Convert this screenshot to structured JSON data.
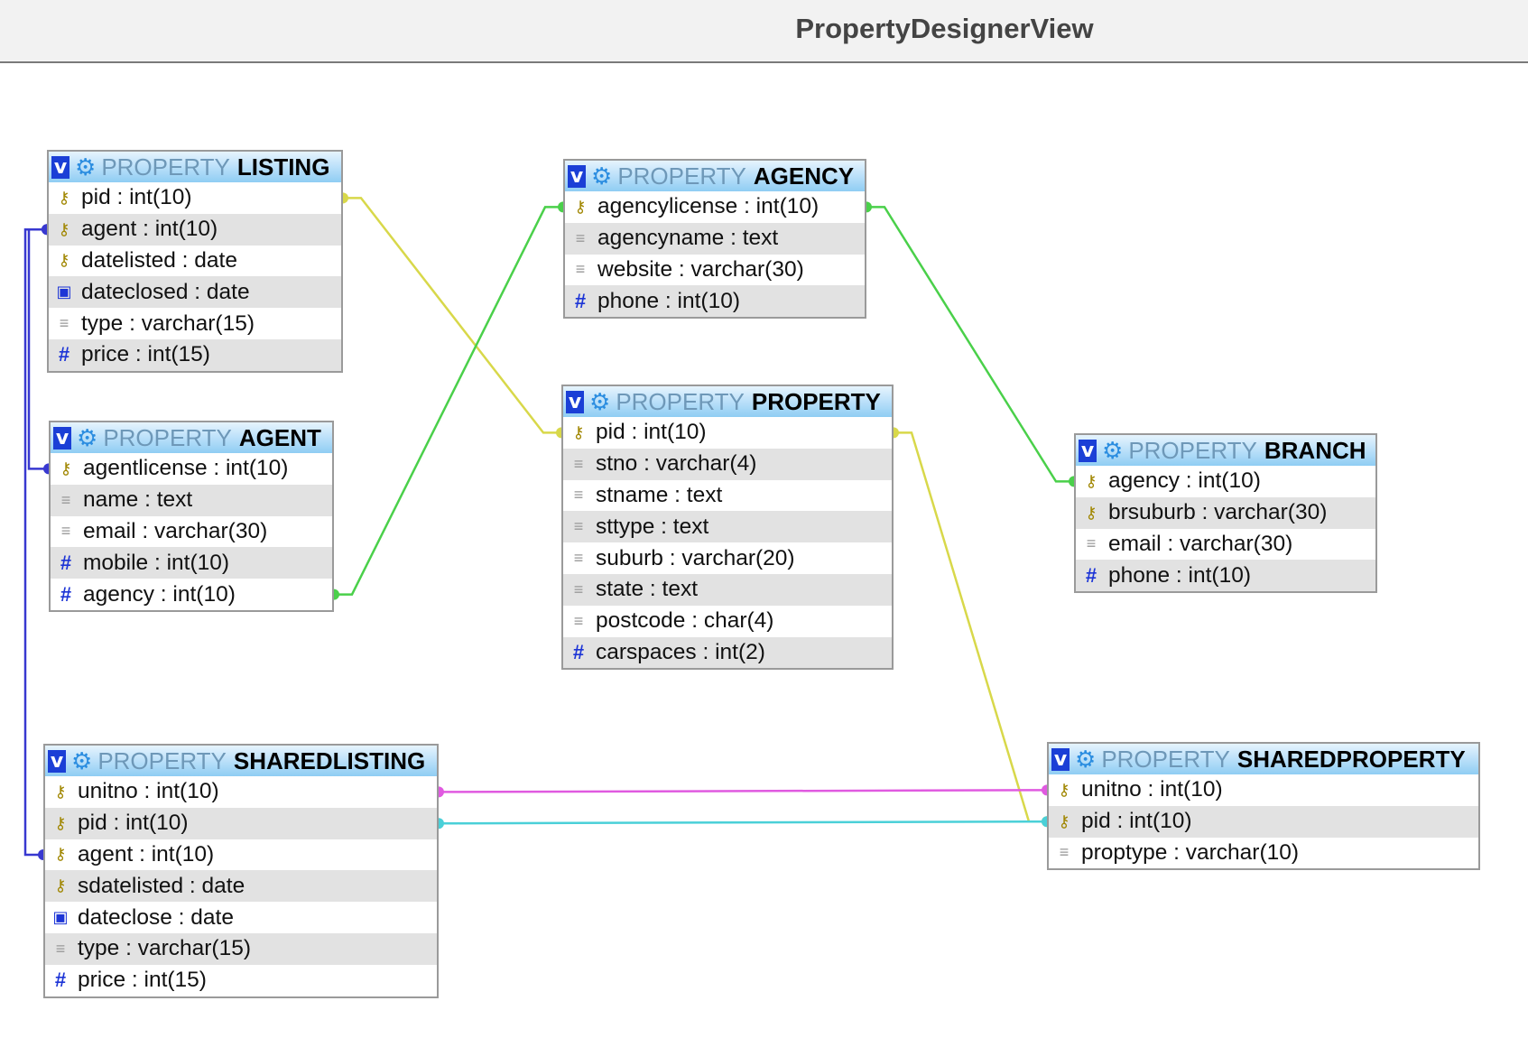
{
  "view_title": "PropertyDesignerView",
  "icons": {
    "version": "v-icon",
    "settings": "gear-icon",
    "primary_key": "key-icon",
    "numeric": "hash-icon",
    "text": "text-icon",
    "date": "calendar-icon"
  },
  "tables": {
    "listing": {
      "db": "PROPERTY",
      "name": "LISTING",
      "columns": [
        {
          "text": "pid : int(10)",
          "icon": "key"
        },
        {
          "text": "agent : int(10)",
          "icon": "key"
        },
        {
          "text": "datelisted : date",
          "icon": "key"
        },
        {
          "text": "dateclosed : date",
          "icon": "date"
        },
        {
          "text": "type : varchar(15)",
          "icon": "text"
        },
        {
          "text": "price : int(15)",
          "icon": "hash"
        }
      ]
    },
    "agent": {
      "db": "PROPERTY",
      "name": "AGENT",
      "columns": [
        {
          "text": "agentlicense : int(10)",
          "icon": "key"
        },
        {
          "text": "name : text",
          "icon": "text"
        },
        {
          "text": "email : varchar(30)",
          "icon": "text"
        },
        {
          "text": "mobile : int(10)",
          "icon": "hash"
        },
        {
          "text": "agency : int(10)",
          "icon": "hash"
        }
      ]
    },
    "sharedlisting": {
      "db": "PROPERTY",
      "name": "SHAREDLISTING",
      "columns": [
        {
          "text": "unitno : int(10)",
          "icon": "key"
        },
        {
          "text": "pid : int(10)",
          "icon": "key"
        },
        {
          "text": "agent : int(10)",
          "icon": "key"
        },
        {
          "text": "sdatelisted : date",
          "icon": "key"
        },
        {
          "text": "dateclose : date",
          "icon": "date"
        },
        {
          "text": "type : varchar(15)",
          "icon": "text"
        },
        {
          "text": "price : int(15)",
          "icon": "hash"
        }
      ]
    },
    "agency": {
      "db": "PROPERTY",
      "name": "AGENCY",
      "columns": [
        {
          "text": "agencylicense : int(10)",
          "icon": "key"
        },
        {
          "text": "agencyname : text",
          "icon": "text"
        },
        {
          "text": "website : varchar(30)",
          "icon": "text"
        },
        {
          "text": "phone : int(10)",
          "icon": "hash"
        }
      ]
    },
    "property": {
      "db": "PROPERTY",
      "name": "PROPERTY",
      "columns": [
        {
          "text": "pid : int(10)",
          "icon": "key"
        },
        {
          "text": "stno : varchar(4)",
          "icon": "text"
        },
        {
          "text": "stname : text",
          "icon": "text"
        },
        {
          "text": "sttype : text",
          "icon": "text"
        },
        {
          "text": "suburb : varchar(20)",
          "icon": "text"
        },
        {
          "text": "state : text",
          "icon": "text"
        },
        {
          "text": "postcode : char(4)",
          "icon": "text"
        },
        {
          "text": "carspaces : int(2)",
          "icon": "hash"
        }
      ]
    },
    "branch": {
      "db": "PROPERTY",
      "name": "BRANCH",
      "columns": [
        {
          "text": "agency : int(10)",
          "icon": "key"
        },
        {
          "text": "brsuburb : varchar(30)",
          "icon": "key"
        },
        {
          "text": "email : varchar(30)",
          "icon": "text"
        },
        {
          "text": "phone : int(10)",
          "icon": "hash"
        }
      ]
    },
    "sharedproperty": {
      "db": "PROPERTY",
      "name": "SHAREDPROPERTY",
      "columns": [
        {
          "text": "unitno : int(10)",
          "icon": "key"
        },
        {
          "text": "pid : int(10)",
          "icon": "key"
        },
        {
          "text": "proptype : varchar(10)",
          "icon": "text"
        }
      ]
    }
  },
  "relations": [
    {
      "from": "listing.pid",
      "to": "property.pid",
      "color": "#d8d84a"
    },
    {
      "from": "agent.agency",
      "to": "agency.agencylicense",
      "color": "#4ad04a"
    },
    {
      "from": "agency.agencylicense",
      "to": "branch.agency",
      "color": "#4ad04a"
    },
    {
      "from": "property.pid",
      "to": "sharedproperty.pid",
      "color": "#d8d84a"
    },
    {
      "from": "sharedlisting.unitno",
      "to": "sharedproperty.unitno",
      "color": "#e05ae0"
    },
    {
      "from": "sharedlisting.pid",
      "to": "sharedproperty.pid",
      "color": "#4ad0d8"
    },
    {
      "from": "listing.agent",
      "to": "sharedlisting.agent",
      "color": "#3838d0"
    },
    {
      "from": "agent.agentlicense",
      "to": "listing.agent",
      "color": "#3838d0"
    }
  ]
}
